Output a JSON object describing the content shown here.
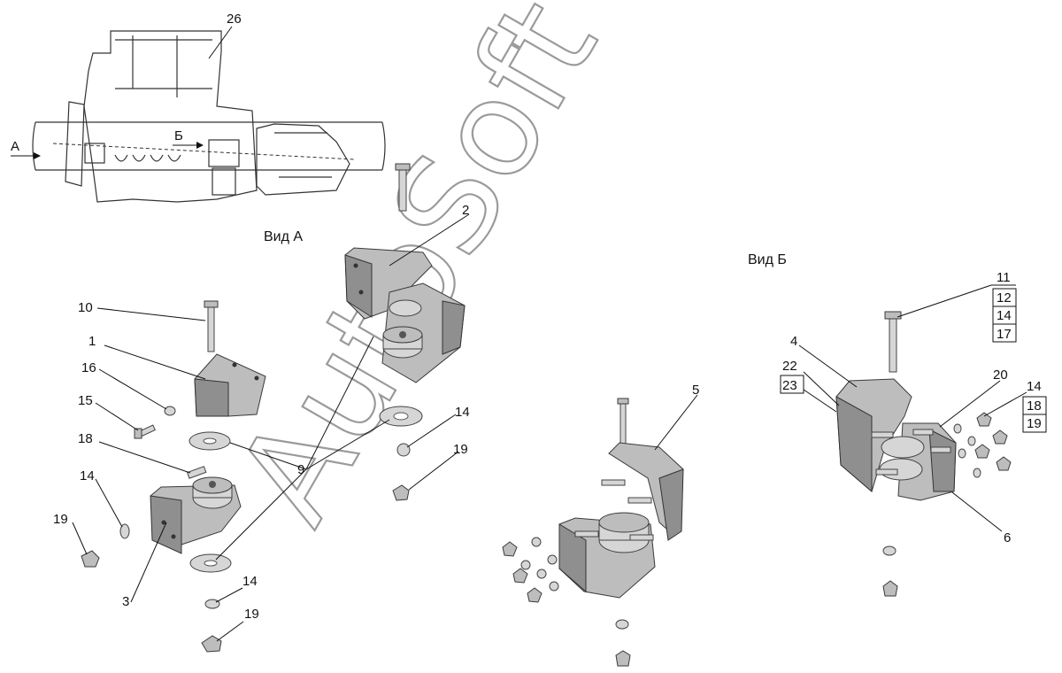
{
  "watermark": "AutoSoft",
  "views": {
    "view_a": "Вид А",
    "view_b": "Вид Б",
    "arrow_a": "А",
    "arrow_b": "Б"
  },
  "callouts": {
    "c26": "26",
    "c2": "2",
    "c10": "10",
    "c1": "1",
    "c16": "16",
    "c15": "15",
    "c18": "18",
    "c14a": "14",
    "c19a": "19",
    "c3": "3",
    "c9": "9",
    "c14b": "14",
    "c19b": "19",
    "c14c": "14",
    "c19c": "19",
    "c5": "5",
    "c4": "4",
    "c22": "22",
    "c23": "23",
    "c11": "11",
    "c12": "12",
    "c14d": "14",
    "c17": "17",
    "c20": "20",
    "c14e": "14",
    "c18b": "18",
    "c19d": "19",
    "c6": "6"
  }
}
